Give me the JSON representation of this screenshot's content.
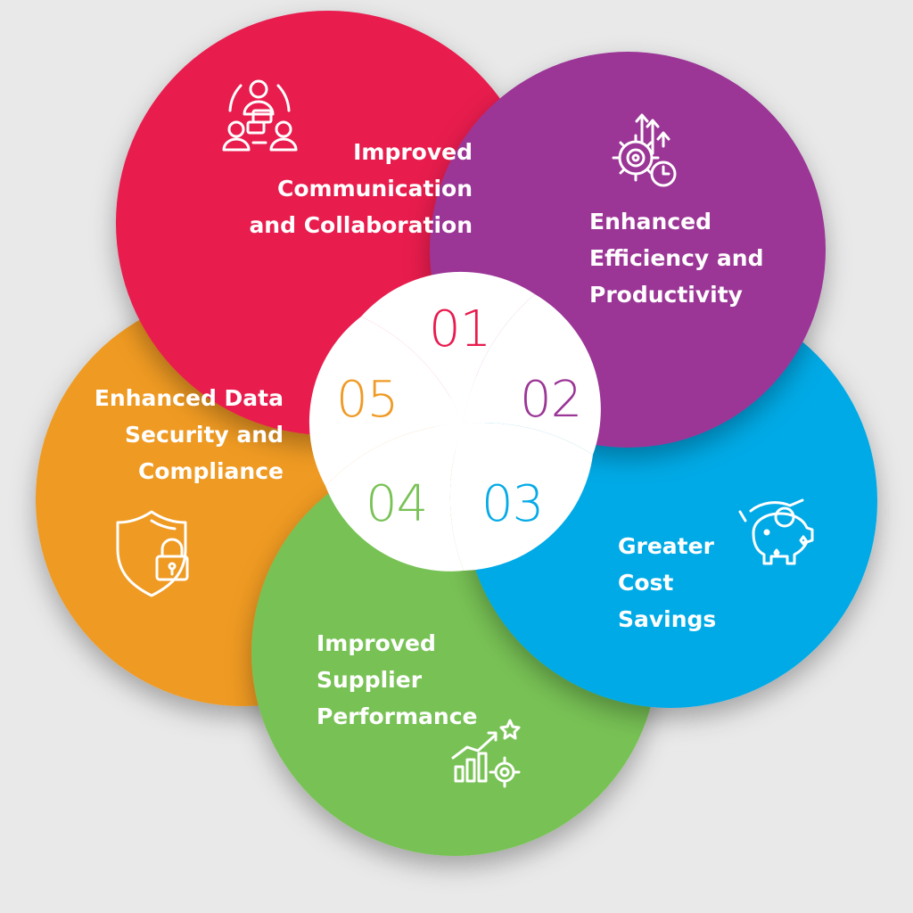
{
  "colors": {
    "background": "#e9e9ea",
    "center": "#ffffff"
  },
  "petals": [
    {
      "number": "01",
      "title": "Improved\nCommunication\nand Collaboration",
      "color": "#e81b4e",
      "icon": "team-meeting-icon"
    },
    {
      "number": "02",
      "title": "Enhanced\nEfficiency and\nProductivity",
      "color": "#9b3596",
      "icon": "gear-arrows-clock-icon"
    },
    {
      "number": "03",
      "title": "Greater\nCost\nSavings",
      "color": "#05aae6",
      "icon": "piggy-bank-coin-icon"
    },
    {
      "number": "04",
      "title": "Improved\nSupplier\nPerformance",
      "color": "#78c255",
      "icon": "growth-chart-gear-icon"
    },
    {
      "number": "05",
      "title": "Enhanced Data\nSecurity and\nCompliance",
      "color": "#ef9a24",
      "icon": "shield-lock-icon"
    }
  ]
}
